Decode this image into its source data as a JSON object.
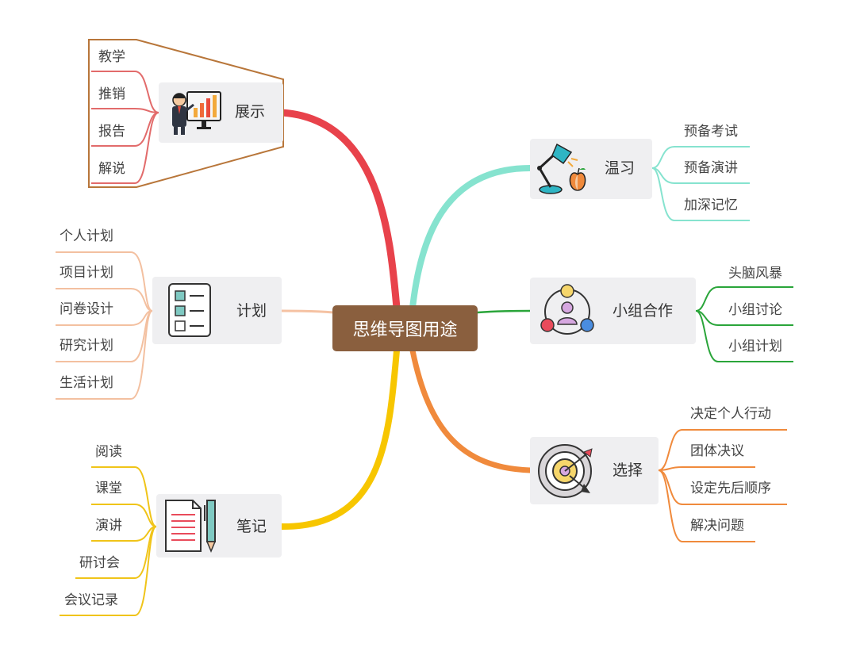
{
  "center": "思维导图用途",
  "branches": [
    {
      "key": "zhanshi",
      "label": "展示",
      "color": "#e8424b",
      "leaf_color": "#b8763a",
      "icon": "presenter-icon",
      "items": [
        "教学",
        "推销",
        "报告",
        "解说"
      ]
    },
    {
      "key": "jihua",
      "label": "计划",
      "color": "#f5c2a3",
      "leaf_color": "#f3c0a0",
      "icon": "checklist-icon",
      "items": [
        "个人计划",
        "项目计划",
        "问卷设计",
        "研究计划",
        "生活计划"
      ]
    },
    {
      "key": "biji",
      "label": "笔记",
      "color": "#f7c600",
      "leaf_color": "#f0c419",
      "icon": "notes-pen-icon",
      "items": [
        "阅读",
        "课堂",
        "演讲",
        "研讨会",
        "会议记录"
      ]
    },
    {
      "key": "wenxi",
      "label": "温习",
      "color": "#86e3cf",
      "leaf_color": "#86e3cf",
      "icon": "desk-lamp-apple-icon",
      "items": [
        "预备考试",
        "预备演讲",
        "加深记忆"
      ]
    },
    {
      "key": "xiaozu",
      "label": "小组合作",
      "color": "#2aa53a",
      "leaf_color": "#2aa53a",
      "icon": "team-network-icon",
      "items": [
        "头脑风暴",
        "小组讨论",
        "小组计划"
      ]
    },
    {
      "key": "xuanze",
      "label": "选择",
      "color": "#f08a3c",
      "leaf_color": "#f08a3c",
      "icon": "target-arrow-icon",
      "items": [
        "决定个人行动",
        "团体决议",
        "设定先后顺序",
        "解决问题"
      ]
    }
  ]
}
